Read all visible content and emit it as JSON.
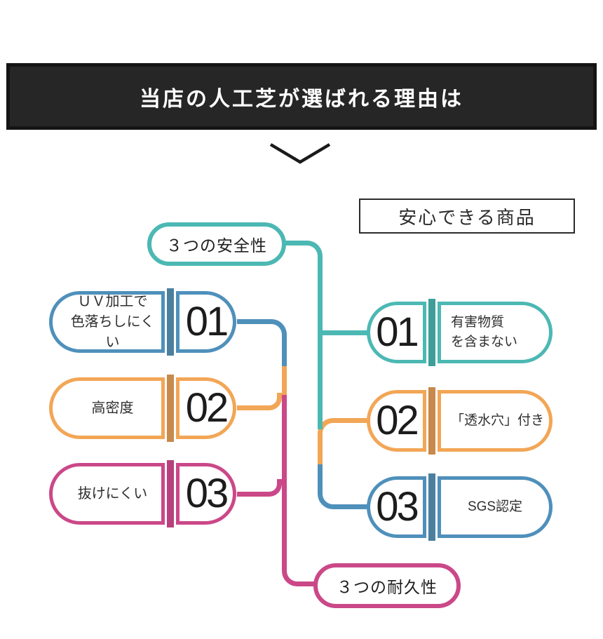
{
  "banner": {
    "title": "当店の人工芝が選ばれる理由は"
  },
  "intro_box": {
    "label": "安心できる商品"
  },
  "safety_group": {
    "label": "３つの安全性",
    "color": "#4cb8b3"
  },
  "durability_group": {
    "label": "３つの耐久性",
    "color": "#cb4888"
  },
  "left_features": [
    {
      "number": "01",
      "label": "ＵＶ加工で\n色落ちしにくい",
      "color": "#4f90bb"
    },
    {
      "number": "02",
      "label": "高密度",
      "color": "#f2a656"
    },
    {
      "number": "03",
      "label": "抜けにくい",
      "color": "#cb4888"
    }
  ],
  "right_features": [
    {
      "number": "01",
      "label": "有害物質\nを含まない",
      "color": "#4cb8b3"
    },
    {
      "number": "02",
      "label": "「透水穴」付き",
      "color": "#f2a656"
    },
    {
      "number": "03",
      "label": "SGS認定",
      "color": "#4f90bb"
    }
  ],
  "palette": {
    "teal": "#4cb8b3",
    "blue": "#4f90bb",
    "orange": "#f2a656",
    "pink": "#cb4888"
  }
}
